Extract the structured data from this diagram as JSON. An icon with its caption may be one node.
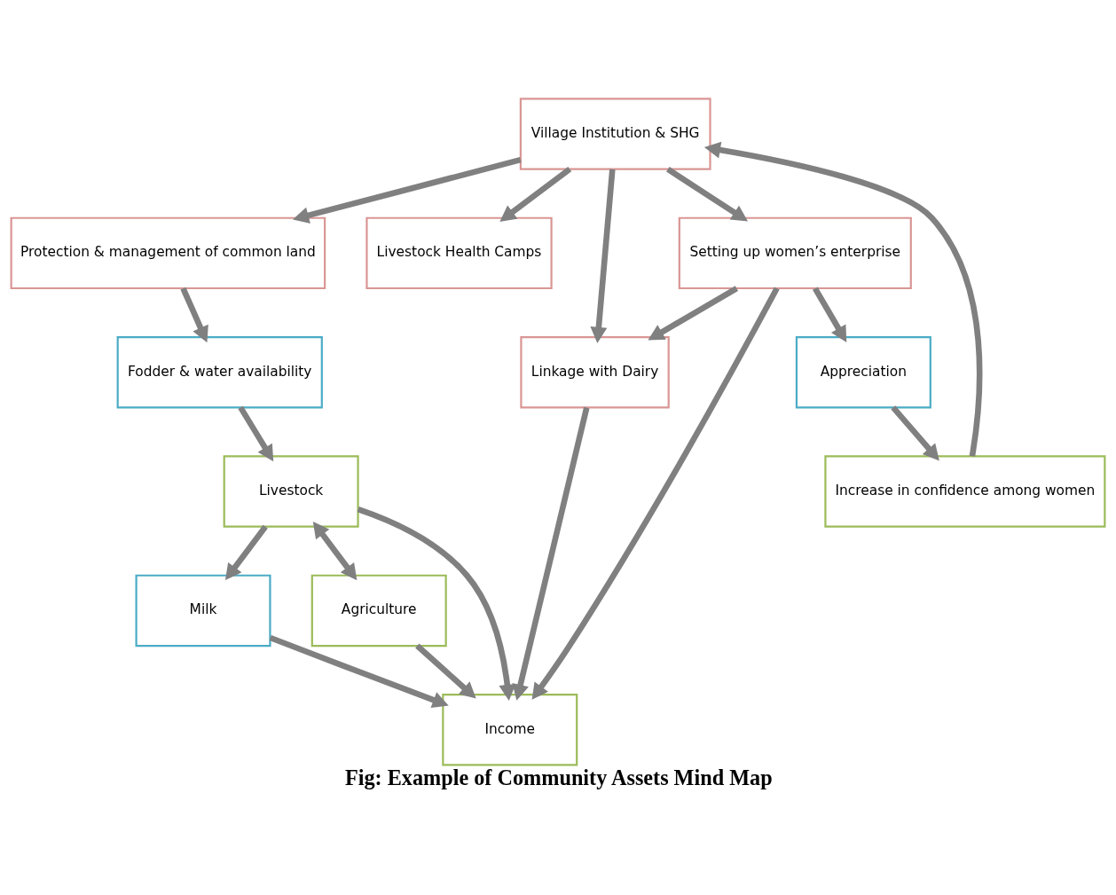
{
  "diagram": {
    "caption": "Fig: Example of Community Assets Mind Map",
    "nodes": [
      {
        "text": [
          "Protection & management of common land"
        ]
      },
      {
        "text": [
          "Fodder & water availability"
        ]
      },
      {
        "text": [
          "Livestock"
        ]
      },
      {
        "text": [
          "Livestock Health Camps"
        ]
      },
      {
        "text": [
          "Milk"
        ]
      },
      {
        "text": [
          "Agriculture"
        ]
      },
      {
        "text": [
          "Linkage with Dairy"
        ]
      },
      {
        "text": [
          "Village Institution & SHG"
        ]
      },
      {
        "text": [
          "Income"
        ]
      },
      {
        "text": [
          "Setting up women’s enterprise"
        ]
      },
      {
        "text": [
          "Appreciation"
        ]
      },
      {
        "text": [
          "Increase in confidence among women"
        ]
      }
    ],
    "edges": [
      {
        "from": 0,
        "to": 1,
        "arrow": "to"
      },
      {
        "from": 1,
        "to": 2,
        "arrow": "to"
      },
      {
        "from": 2,
        "to": 4,
        "arrow": "to"
      },
      {
        "from": 2,
        "to": 5,
        "arrow": "both"
      },
      {
        "from": 2,
        "to": 8,
        "arrow": "to"
      },
      {
        "from": 4,
        "to": 8,
        "arrow": "to"
      },
      {
        "from": 5,
        "to": 8,
        "arrow": "to"
      },
      {
        "from": 7,
        "to": 0,
        "arrow": "to"
      },
      {
        "from": 7,
        "to": 3,
        "arrow": "to"
      },
      {
        "from": 7,
        "to": 6,
        "arrow": "to"
      },
      {
        "from": 7,
        "to": 9,
        "arrow": "to"
      },
      {
        "from": 6,
        "to": 8,
        "arrow": "to"
      },
      {
        "from": 9,
        "to": 6,
        "arrow": "to"
      },
      {
        "from": 9,
        "to": 8,
        "arrow": "to"
      },
      {
        "from": 9,
        "to": 10,
        "arrow": "to"
      },
      {
        "from": 10,
        "to": 11,
        "arrow": "to"
      },
      {
        "from": 11,
        "to": 7,
        "arrow": "to"
      }
    ]
  }
}
